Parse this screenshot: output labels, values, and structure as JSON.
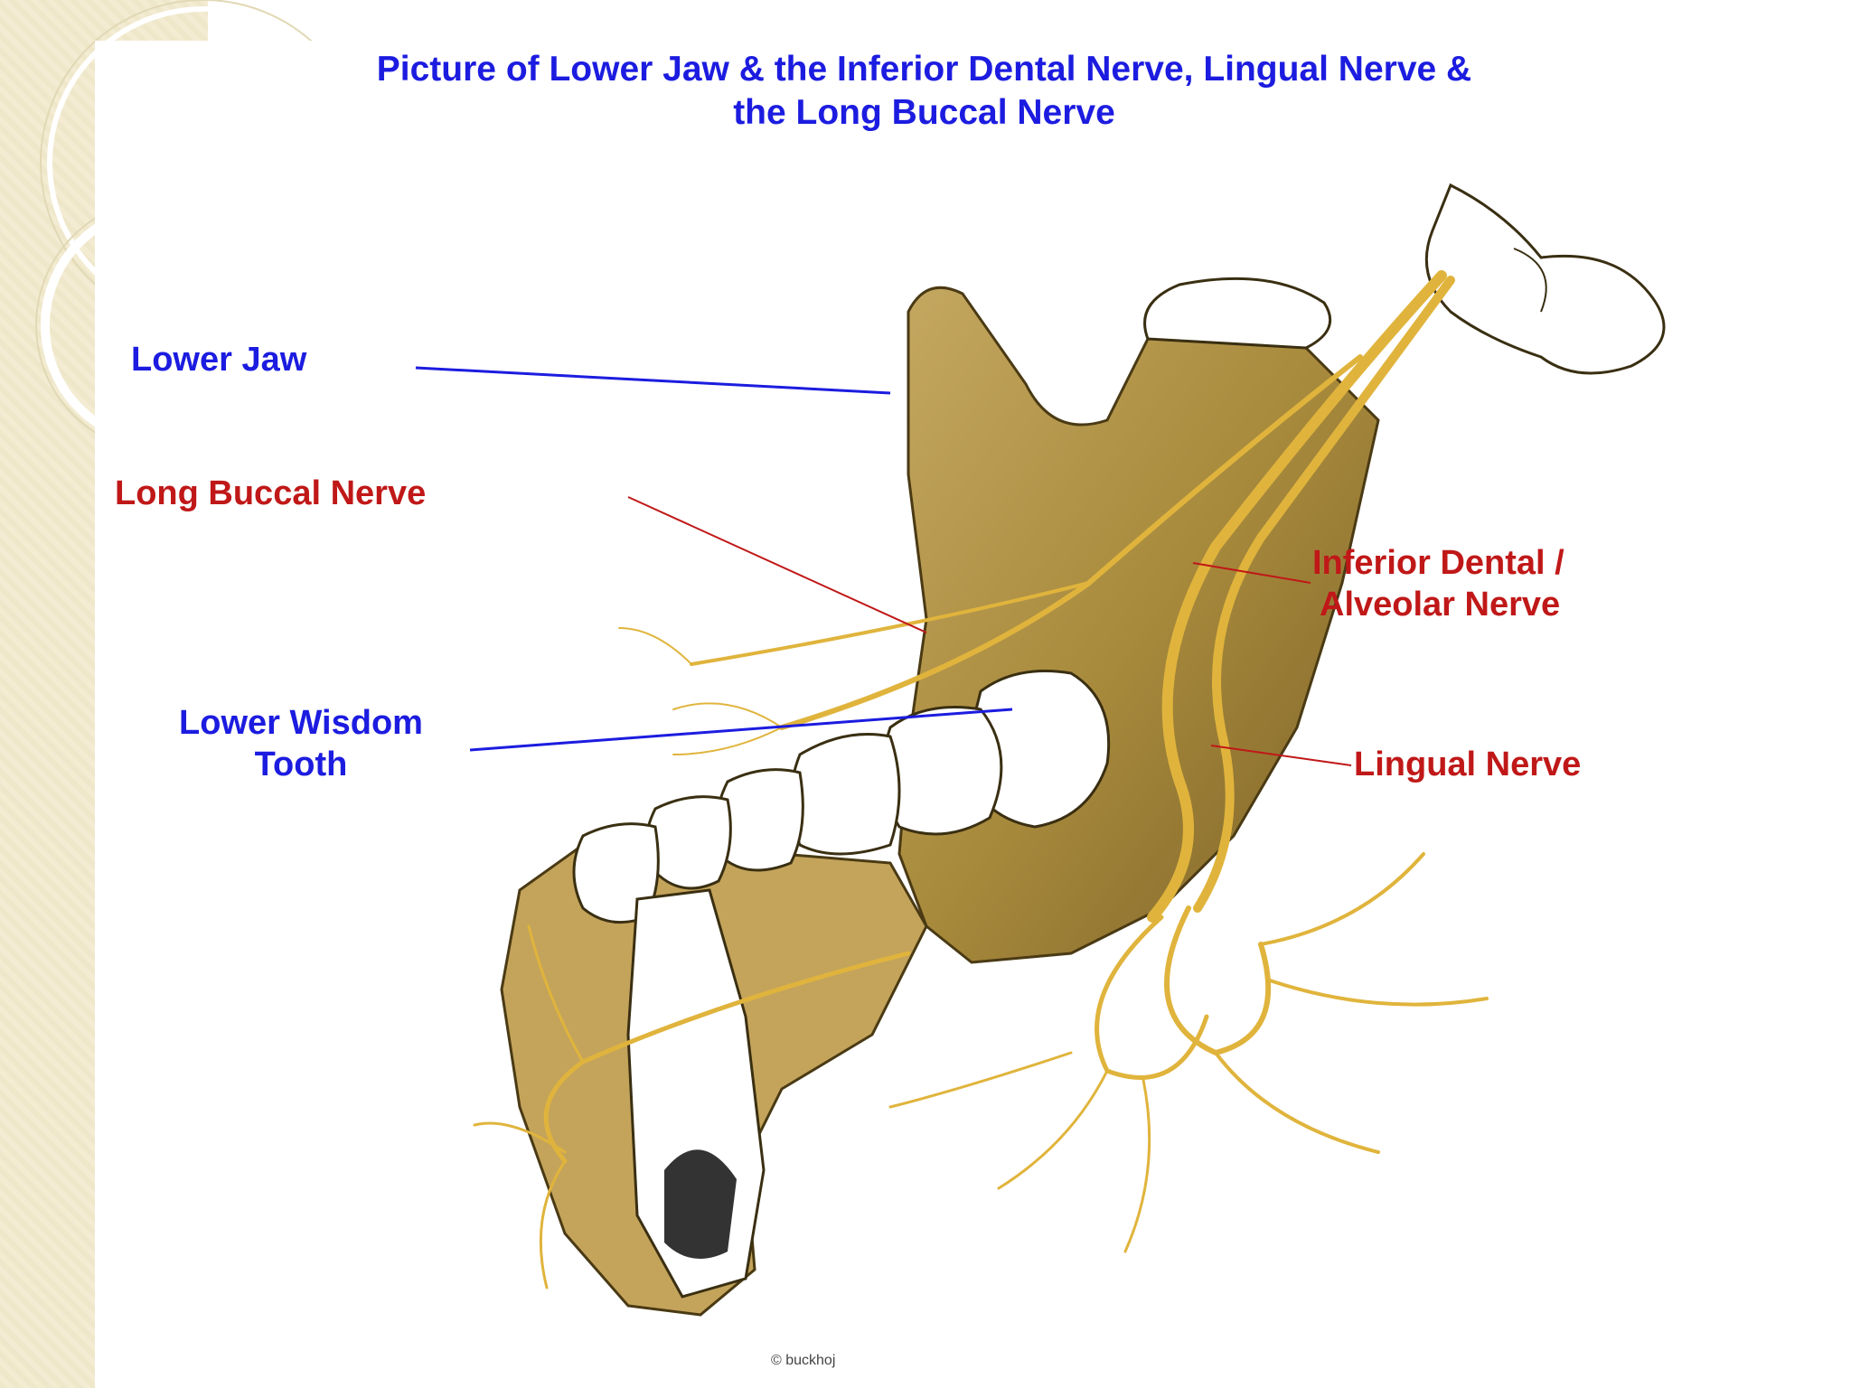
{
  "title_lines": [
    "Picture of Lower Jaw & the Inferior Dental Nerve, Lingual Nerve &",
    "the Long Buccal Nerve"
  ],
  "labels": {
    "lower_jaw": "Lower Jaw",
    "long_buccal_nerve": "Long Buccal Nerve",
    "inferior_dental_line_1": "Inferior Dental /",
    "inferior_dental_line_2": "Alveolar Nerve",
    "lower_wisdom_line_1": "Lower Wisdom",
    "lower_wisdom_line_2": "Tooth",
    "lingual_nerve": "Lingual Nerve"
  },
  "credit": "© buckhoj",
  "colors": {
    "title_blue": "#1c1ce0",
    "label_red": "#c01818",
    "bone": "#a88a3c",
    "nerve": "#e0b43c",
    "slide_strip": "#efe7c9"
  }
}
